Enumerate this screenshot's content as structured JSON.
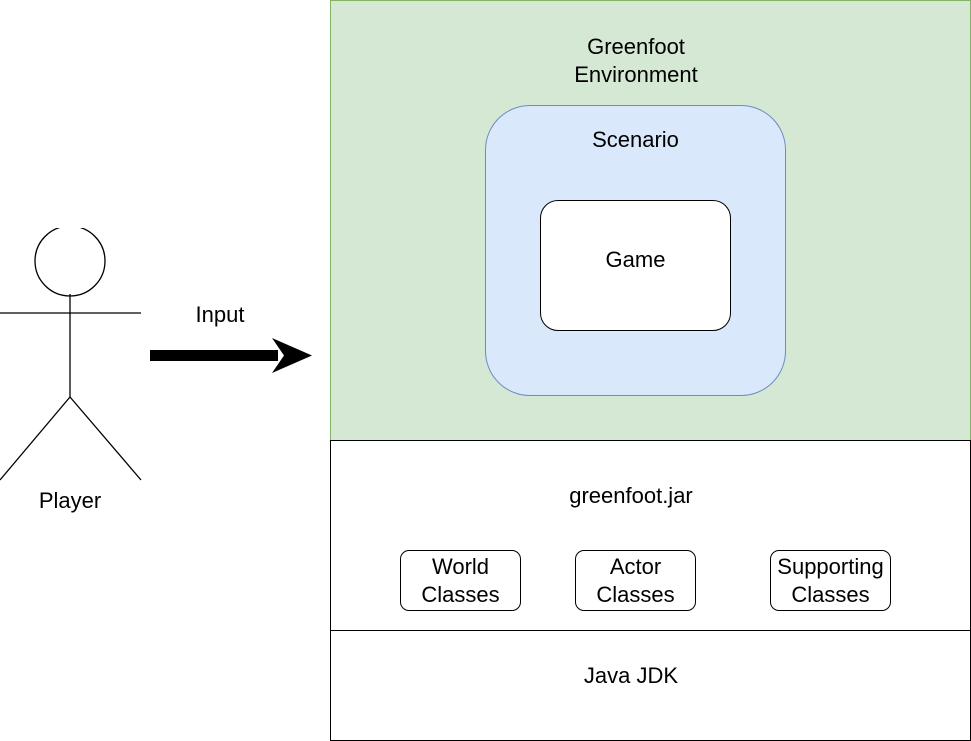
{
  "actor": {
    "label": "Player"
  },
  "arrow": {
    "label": "Input"
  },
  "environment": {
    "title_line1": "Greenfoot",
    "title_line2": "Environment",
    "fill": "#d5e8d4",
    "stroke": "#82b366"
  },
  "scenario": {
    "title": "Scenario",
    "fill": "#dae8fc",
    "stroke": "#6c8ebf"
  },
  "game": {
    "title": "Game"
  },
  "jar": {
    "title": "greenfoot.jar",
    "classes": [
      {
        "line1": "World",
        "line2": "Classes"
      },
      {
        "line1": "Actor",
        "line2": "Classes"
      },
      {
        "line1": "Supporting",
        "line2": "Classes"
      }
    ]
  },
  "jdk": {
    "title": "Java JDK"
  }
}
